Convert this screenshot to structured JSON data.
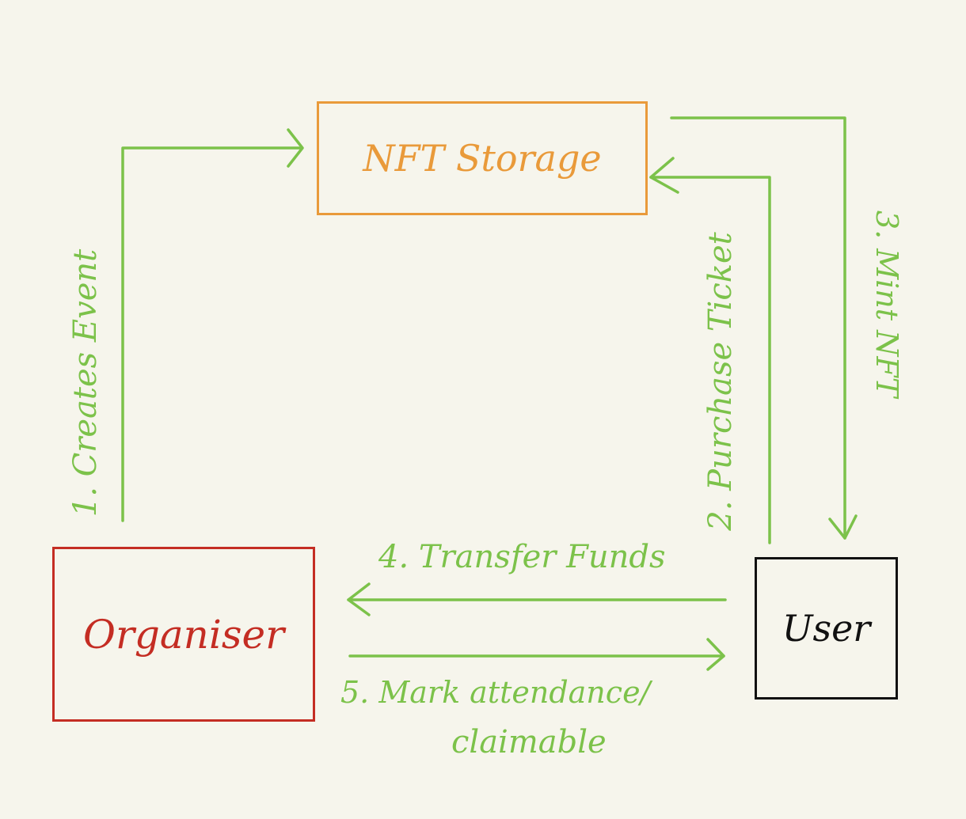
{
  "nodes": {
    "nft_storage": "NFT Storage",
    "organiser": "Organiser",
    "user": "User"
  },
  "edges": {
    "create_event": "1. Creates Event",
    "purchase_ticket": "2. Purchase Ticket",
    "mint_nft": "3. Mint NFT",
    "transfer_funds": "4. Transfer Funds",
    "mark_attendance_line1": "5. Mark attendance/",
    "mark_attendance_line2": "claimable"
  },
  "colors": {
    "background": "#f6f5ec",
    "arrow": "#7cc24a",
    "nft_storage": "#e99a3a",
    "organiser": "#c42d23",
    "user": "#111111"
  }
}
